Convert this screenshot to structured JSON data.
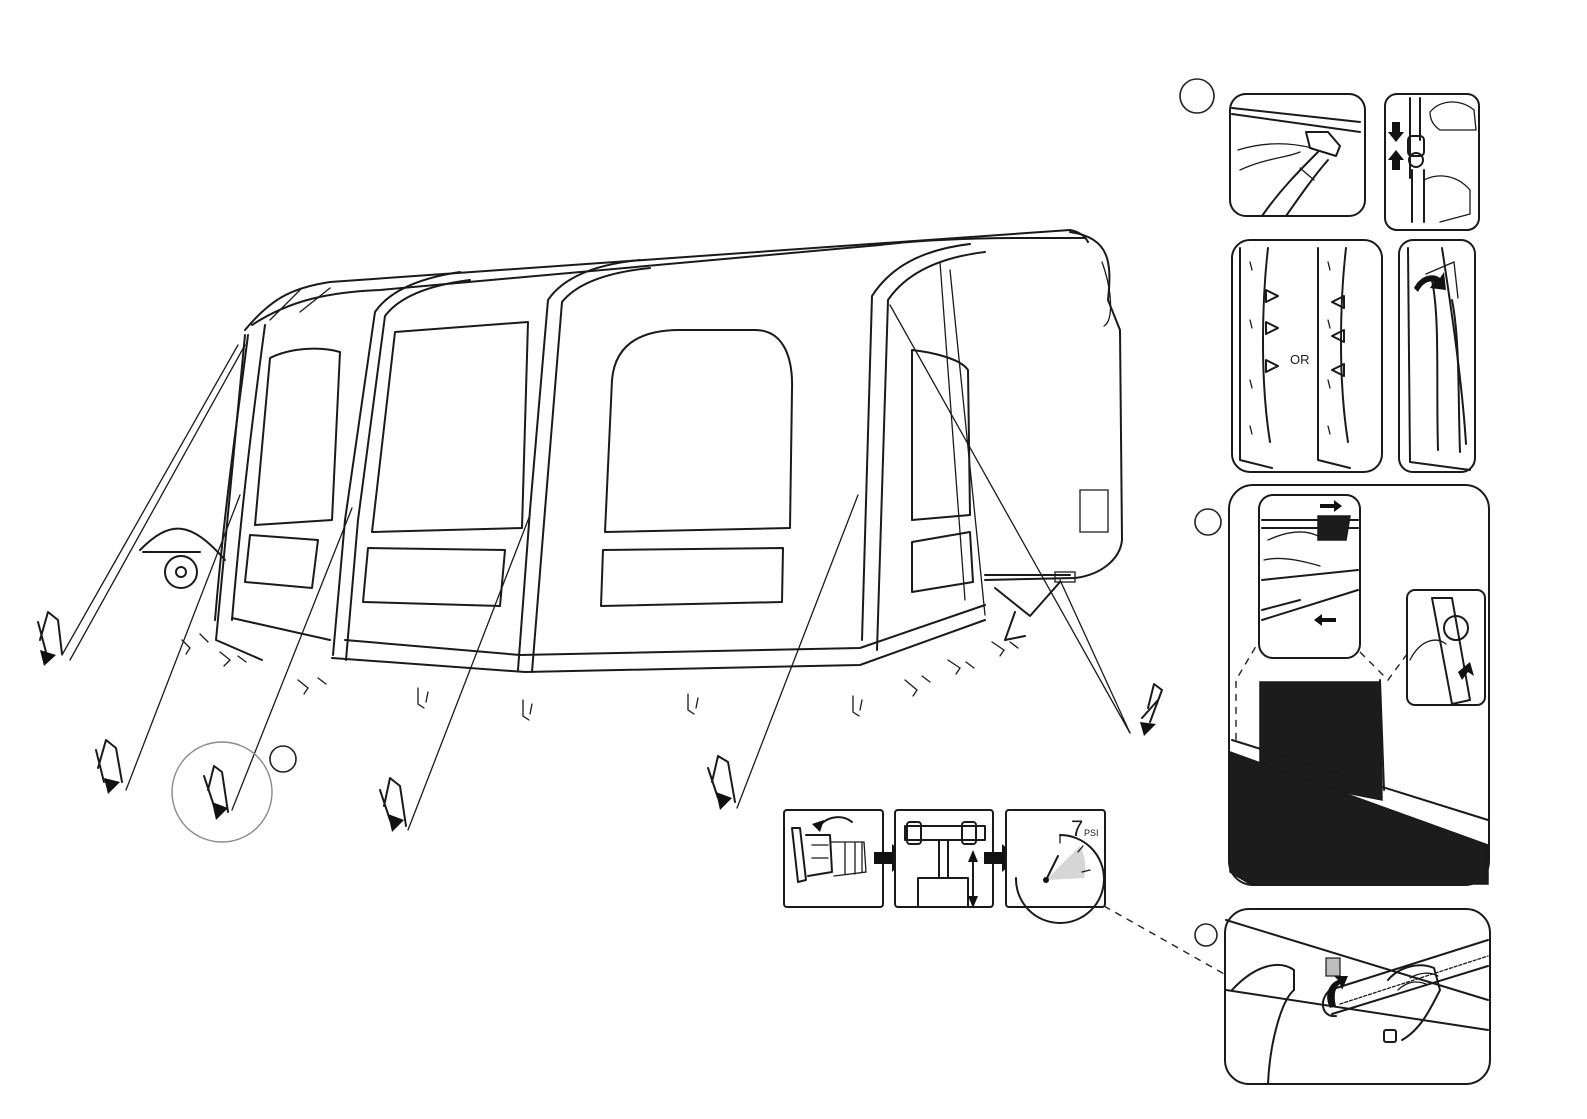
{
  "labels": {
    "or_text": "OR",
    "pressure_value": "7",
    "pressure_unit": "PSI"
  }
}
